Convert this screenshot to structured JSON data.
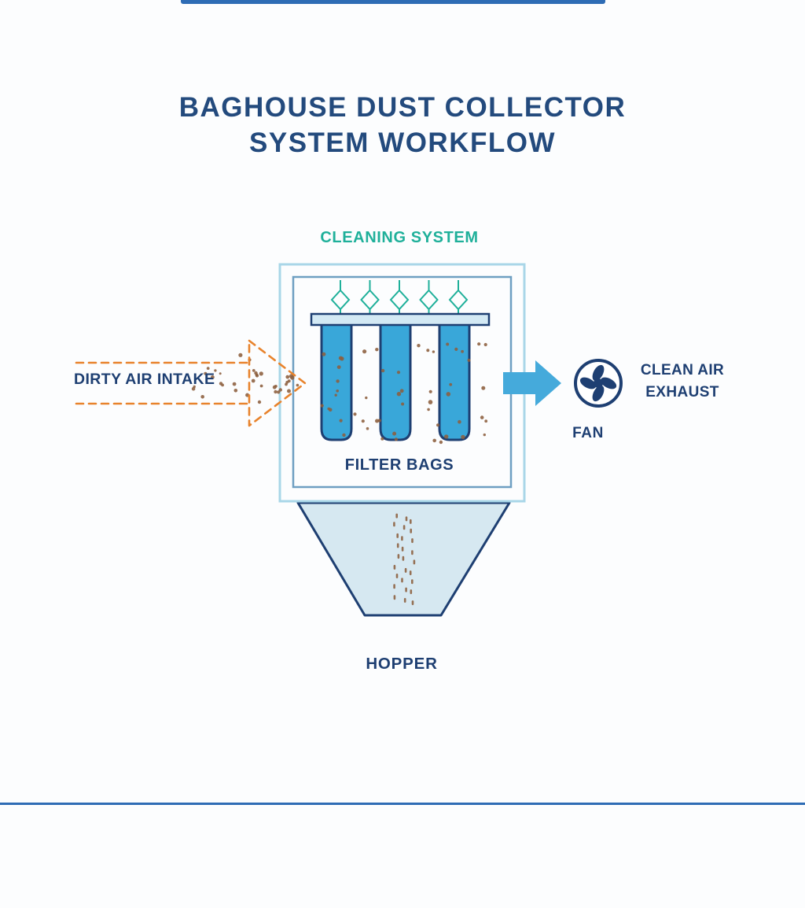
{
  "title": {
    "line1": "BAGHOUSE DUST COLLECTOR",
    "line2": "SYSTEM WORKFLOW"
  },
  "labels": {
    "cleaning_system": "CLEANING SYSTEM",
    "dirty_air_intake": "DIRTY AIR INTAKE",
    "filter_bags": "FILTER BAGS",
    "fan": "FAN",
    "clean_air_line1": "CLEAN AIR",
    "clean_air_line2": "EXHAUST",
    "hopper": "HOPPER"
  },
  "icons": {
    "fan": "fan-icon",
    "cleaning_valve": "valve-diamond-icon",
    "dirty_air_arrow": "dashed-arrow-right-icon",
    "clean_air_arrow": "solid-arrow-right-icon",
    "dust": "dust-particle-dots"
  },
  "colors": {
    "navy": "#1e3f72",
    "title_blue": "#234a7d",
    "teal": "#1fb09a",
    "light_box": "#a9d6e8",
    "inner_box": "#6e9fc2",
    "bag_fill": "#39a7d9",
    "sheet_fill": "#d3e9f4",
    "arrow_blue": "#45aadb",
    "orange": "#e8832c",
    "dust": "#8c5f3d",
    "hopper_fill": "#d6e8f1",
    "rule_blue": "#2e6cb5",
    "background": "#fcfdfe"
  }
}
